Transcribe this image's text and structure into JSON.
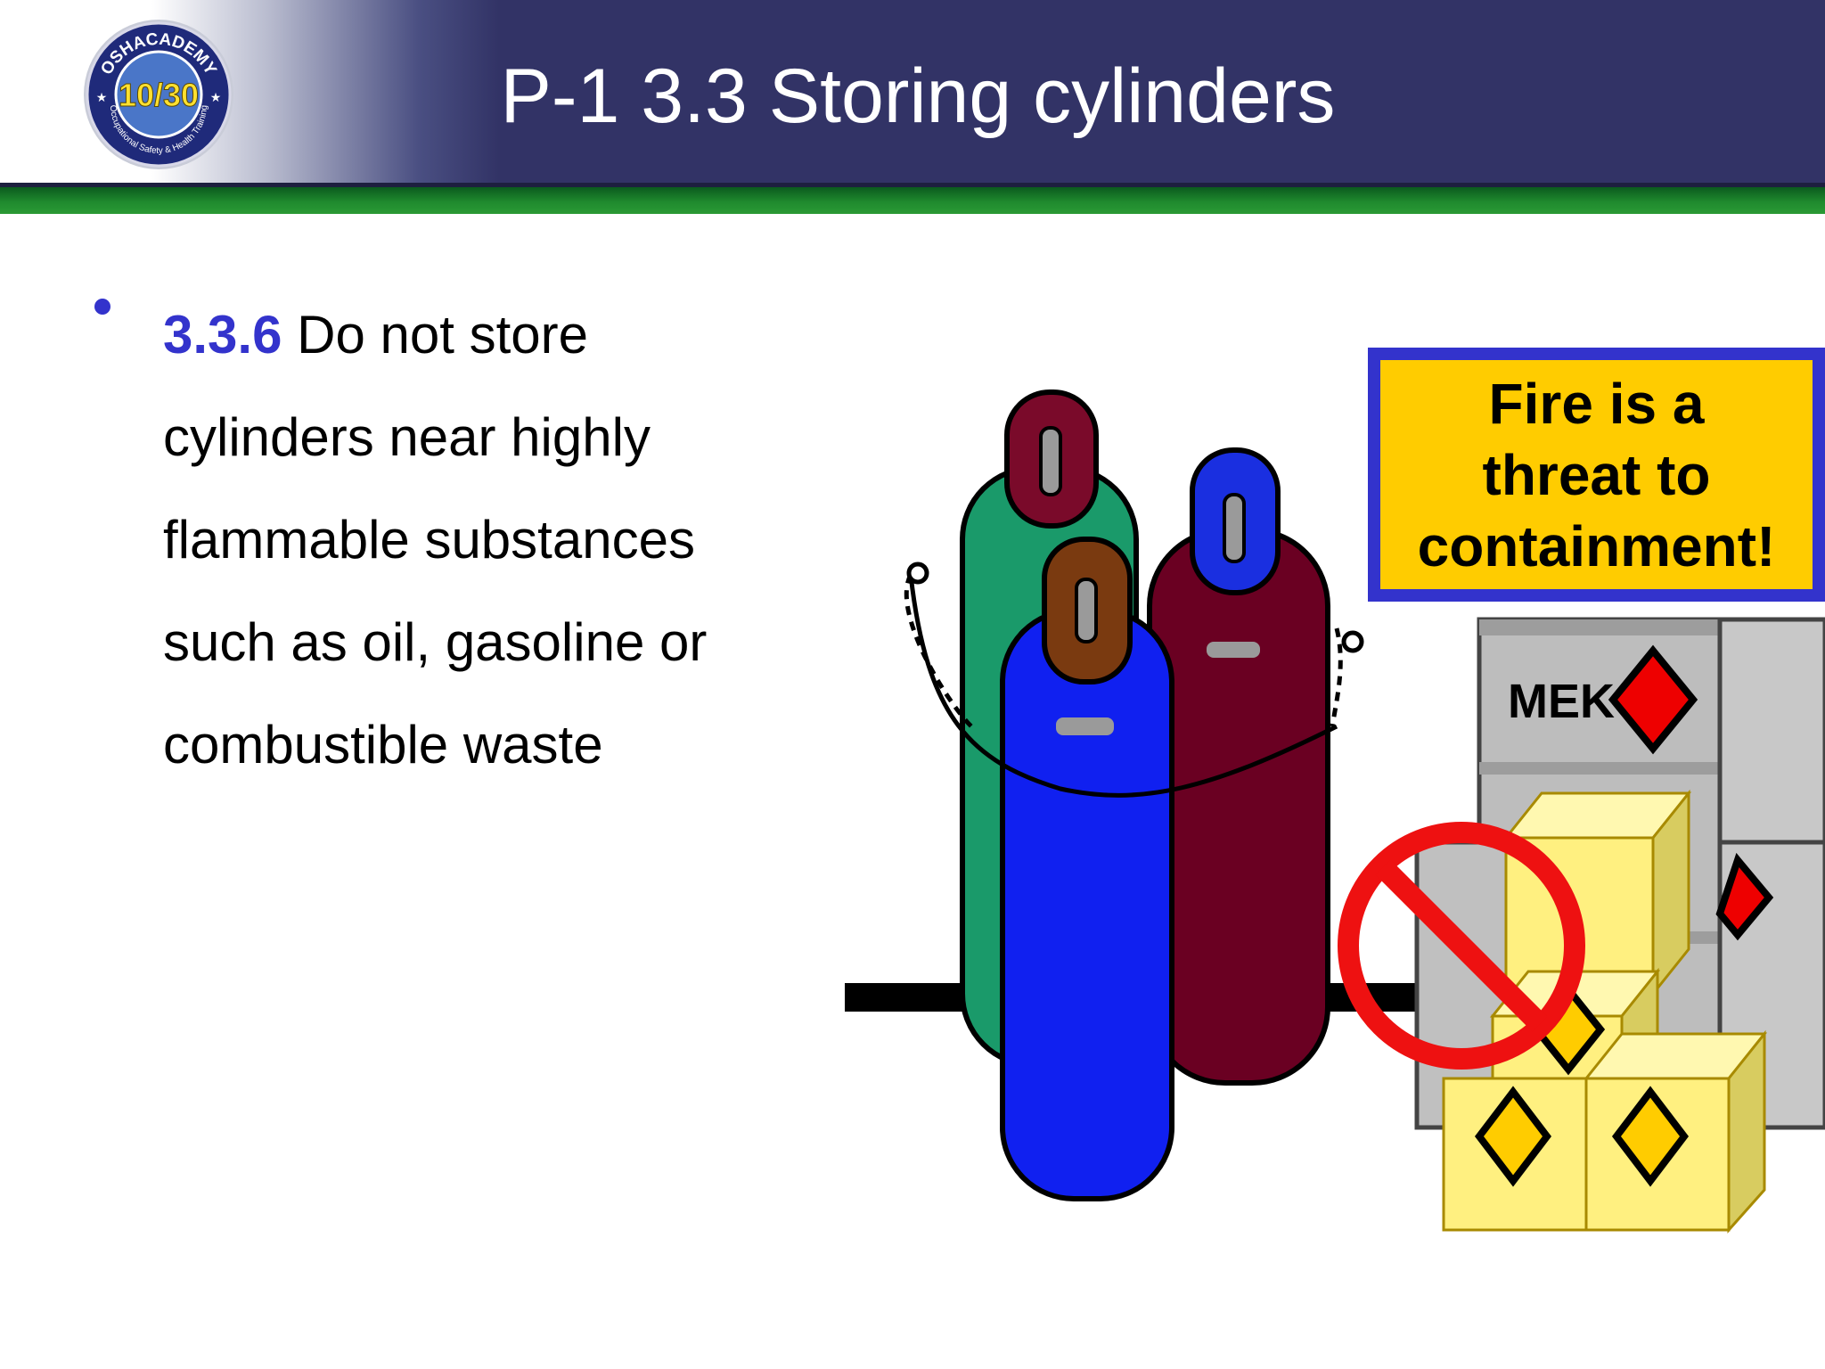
{
  "slide": {
    "title": "P-1 3.3 Storing cylinders",
    "logo": {
      "arc_text": "OSHACADEMY",
      "center_text": "10/30",
      "bottom_text": "Occupational Safety & Health Training"
    },
    "bullet": {
      "number": "3.3.6",
      "text": " Do not store cylinders near highly flammable substances such as oil, gasoline or combustible waste"
    },
    "callout": {
      "line1": "Fire is a",
      "line2": "threat to",
      "line3": "containment!"
    },
    "illustration": {
      "drum_label": "MEK",
      "no_symbol_icon": "prohibited-icon"
    }
  },
  "colors": {
    "header_navy": "#323366",
    "header_green": "#2b9a35",
    "accent_blue": "#3333cc",
    "callout_yellow": "#ffcc00"
  }
}
